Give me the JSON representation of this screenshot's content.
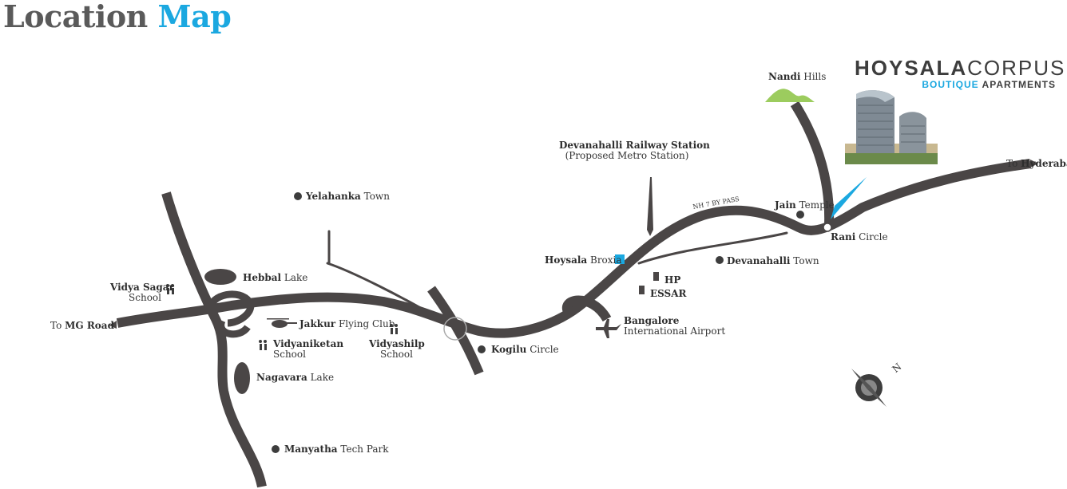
{
  "title": {
    "part1": "Location",
    "part2": "Map"
  },
  "brand": {
    "name_bold": "HOYSALA",
    "name_light": "CORPUS",
    "tagline_blue": "BOUTIQUE",
    "tagline_dark": " APARTMENTS"
  },
  "road_label": "NH 7 BY PASS",
  "compass_letter": "N",
  "colors": {
    "road": "#4a4646",
    "accent": "#1ba8e0",
    "hills": "#9ccc5e",
    "text": "#333333"
  },
  "places": {
    "nandi_hills": {
      "bold": "Nandi",
      "light": " Hills"
    },
    "to_hyderabad": {
      "bold": "",
      "light": "To ",
      "bold2": "Hyderabad"
    },
    "railway": {
      "line1": "Devanahalli Railway Station",
      "line2": "(Proposed Metro Station)"
    },
    "yelahanka": {
      "bold": "Yelahanka",
      "light": " Town"
    },
    "jain_temple": {
      "bold": "Jain",
      "light": " Temple"
    },
    "rani_circle": {
      "bold": "Rani",
      "light": " Circle"
    },
    "hoysala_broxia": {
      "bold": "Hoysala",
      "light": " Broxia"
    },
    "devanahalli_town": {
      "bold": "Devanahalli",
      "light": " Town"
    },
    "hebbal_lake": {
      "bold": "Hebbal",
      "light": " Lake"
    },
    "vidya_sagar": {
      "line1": "Vidya Sagar",
      "line2": "School"
    },
    "hp": "HP",
    "essar": "ESSAR",
    "to_mg_road": {
      "light": "To ",
      "bold": "MG Road"
    },
    "jakkur": {
      "bold": "Jakkur",
      "light": " Flying Club"
    },
    "airport": {
      "line1": "Bangalore",
      "line2": "International Airport"
    },
    "vidyashilp": {
      "line1": "Vidyashilp",
      "line2": "School"
    },
    "vidyaniketan": {
      "line1": "Vidyaniketan",
      "line2": "School"
    },
    "kogilu": {
      "bold": "Kogilu",
      "light": " Circle"
    },
    "nagavara": {
      "bold": "Nagavara",
      "light": " Lake"
    },
    "manyatha": {
      "bold": "Manyatha",
      "light": " Tech Park"
    }
  }
}
